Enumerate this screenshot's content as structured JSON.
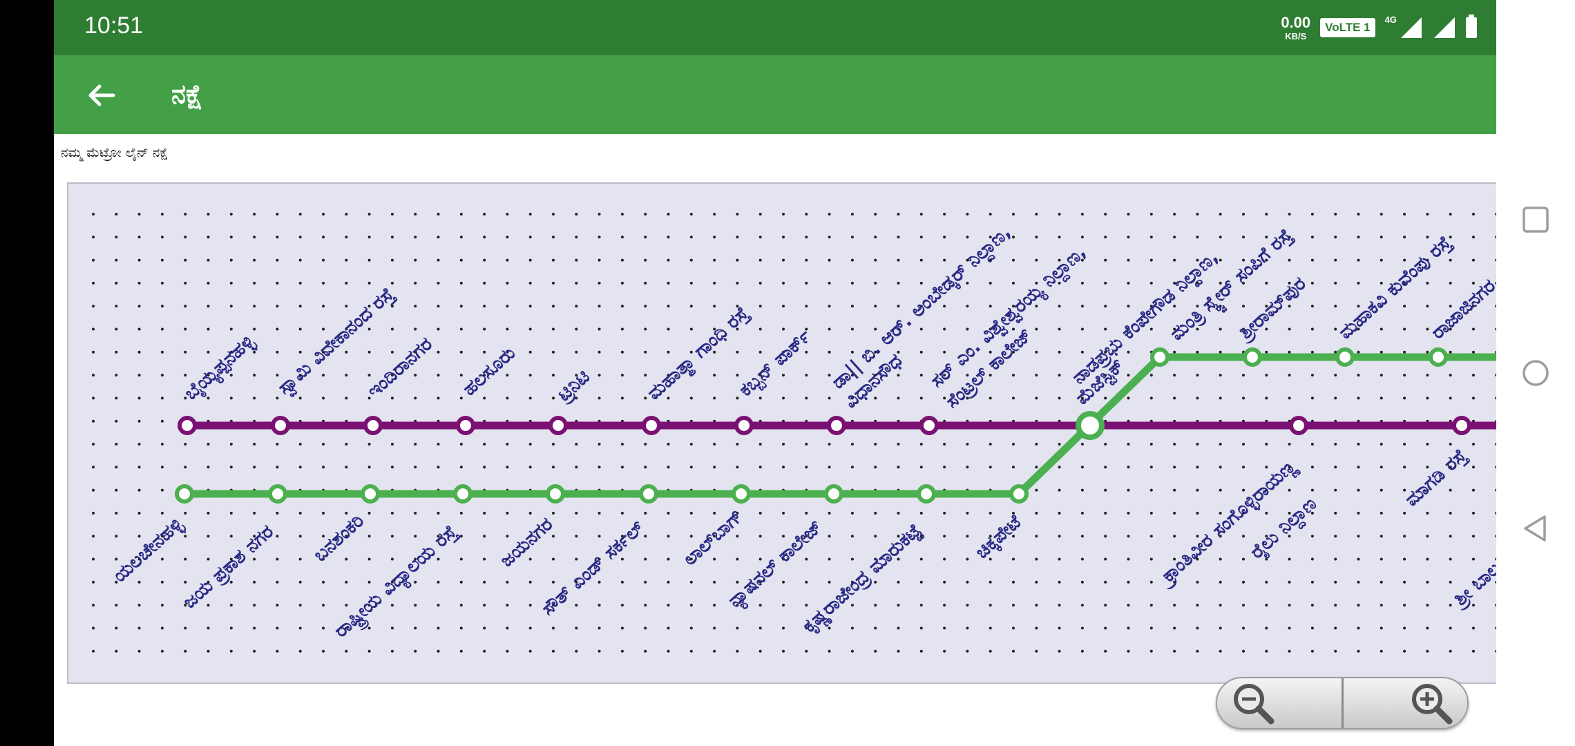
{
  "status_bar": {
    "time": "10:51",
    "net_speed_value": "0.00",
    "net_speed_unit": "KB/S",
    "volte": "VoLTE 1",
    "network_type": "4G"
  },
  "app_bar": {
    "title": "ನಕ್ಷೆ"
  },
  "subtitle": "ನಮ್ಮ ಮೆಟ್ರೋ ಲೈನ್ ನಕ್ಷೆ",
  "map": {
    "purple_line_color": "#7b1172",
    "green_line_color": "#4caf50",
    "purple_stations": [
      "ಬೈಯ್ಯಪ್ಪನಹಳ್ಳಿ",
      "ಸ್ವಾಮಿ ವಿವೇಕಾನಂದ ರಸ್ತೆ",
      "ಇಂದಿರಾನಗರ",
      "ಹಲಸೂರು",
      "ಟ್ರಿನಿಟಿ",
      "ಮಹಾತ್ಮಾ ಗಾಂಧಿ ರಸ್ತೆ",
      "ಕಬ್ಬನ್ ಪಾರ್ಕ್",
      "ಡಾ|| ಬಿ. ಆರ್. ಅಂಬೇಡ್ಕರ್ ನಿಲ್ದಾಣ,",
      "ವಿಧಾನಸೌಧ",
      "ಸರ್ ಎಂ. ವಿಶ್ವೇಶ್ವರಯ್ಯ ನಿಲ್ದಾಣ,",
      "ಸೆಂಟ್ರಲ್ ಕಾಲೇಜ್",
      "ನಾಡಪ್ರಭು ಕೆಂಪೇಗೌಡ ನಿಲ್ದಾಣ,",
      "ಮೆಜೆಸ್ಟಿಕ್",
      "ಕ್ರಾಂತಿವೀರ ಸಂಗೊಳ್ಳಿರಾಯಣ್ಣ",
      "ರೈಲು ನಿಲ್ದಾಣ",
      "ಮಾಗಡಿ ರಸ್ತೆ",
      "ಶ್ರೀ ಬಾಲ"
    ],
    "green_stations": [
      "ಯಲಚೇನಹಳ್ಳಿ",
      "ಜಯ ಪ್ರಕಾಶ ನಗರ",
      "ಬನಶಂಕರಿ",
      "ರಾಷ್ಟ್ರೀಯ ವಿದ್ಯಾಲಯ ರಸ್ತೆ",
      "ಜಯನಗರ",
      "ಸೌತ್ ಎಂಡ್ ಸರ್ಕಲ್",
      "ಲಾಲ್‌ಬಾಗ್",
      "ನ್ಯಾಷನಲ್ ಕಾಲೇಜ್",
      "ಕೃಷ್ಣರಾಜೇಂದ್ರ ಮಾರುಕಟ್ಟೆ",
      "ಚಿಕ್ಕಪೇಟೆ",
      "ಮಂತ್ರಿ ಸ್ಕ್ವೇರ್ ಸಂಪಿಗೆ ರಸ್ತೆ",
      "ಶ್ರೀರಾಮ್‌ಪುರ",
      "ಮಹಾಕವಿ ಕುವೆಂಪು ರಸ್ತೆ",
      "ರಾಜಾಜಿನಗರ"
    ]
  }
}
